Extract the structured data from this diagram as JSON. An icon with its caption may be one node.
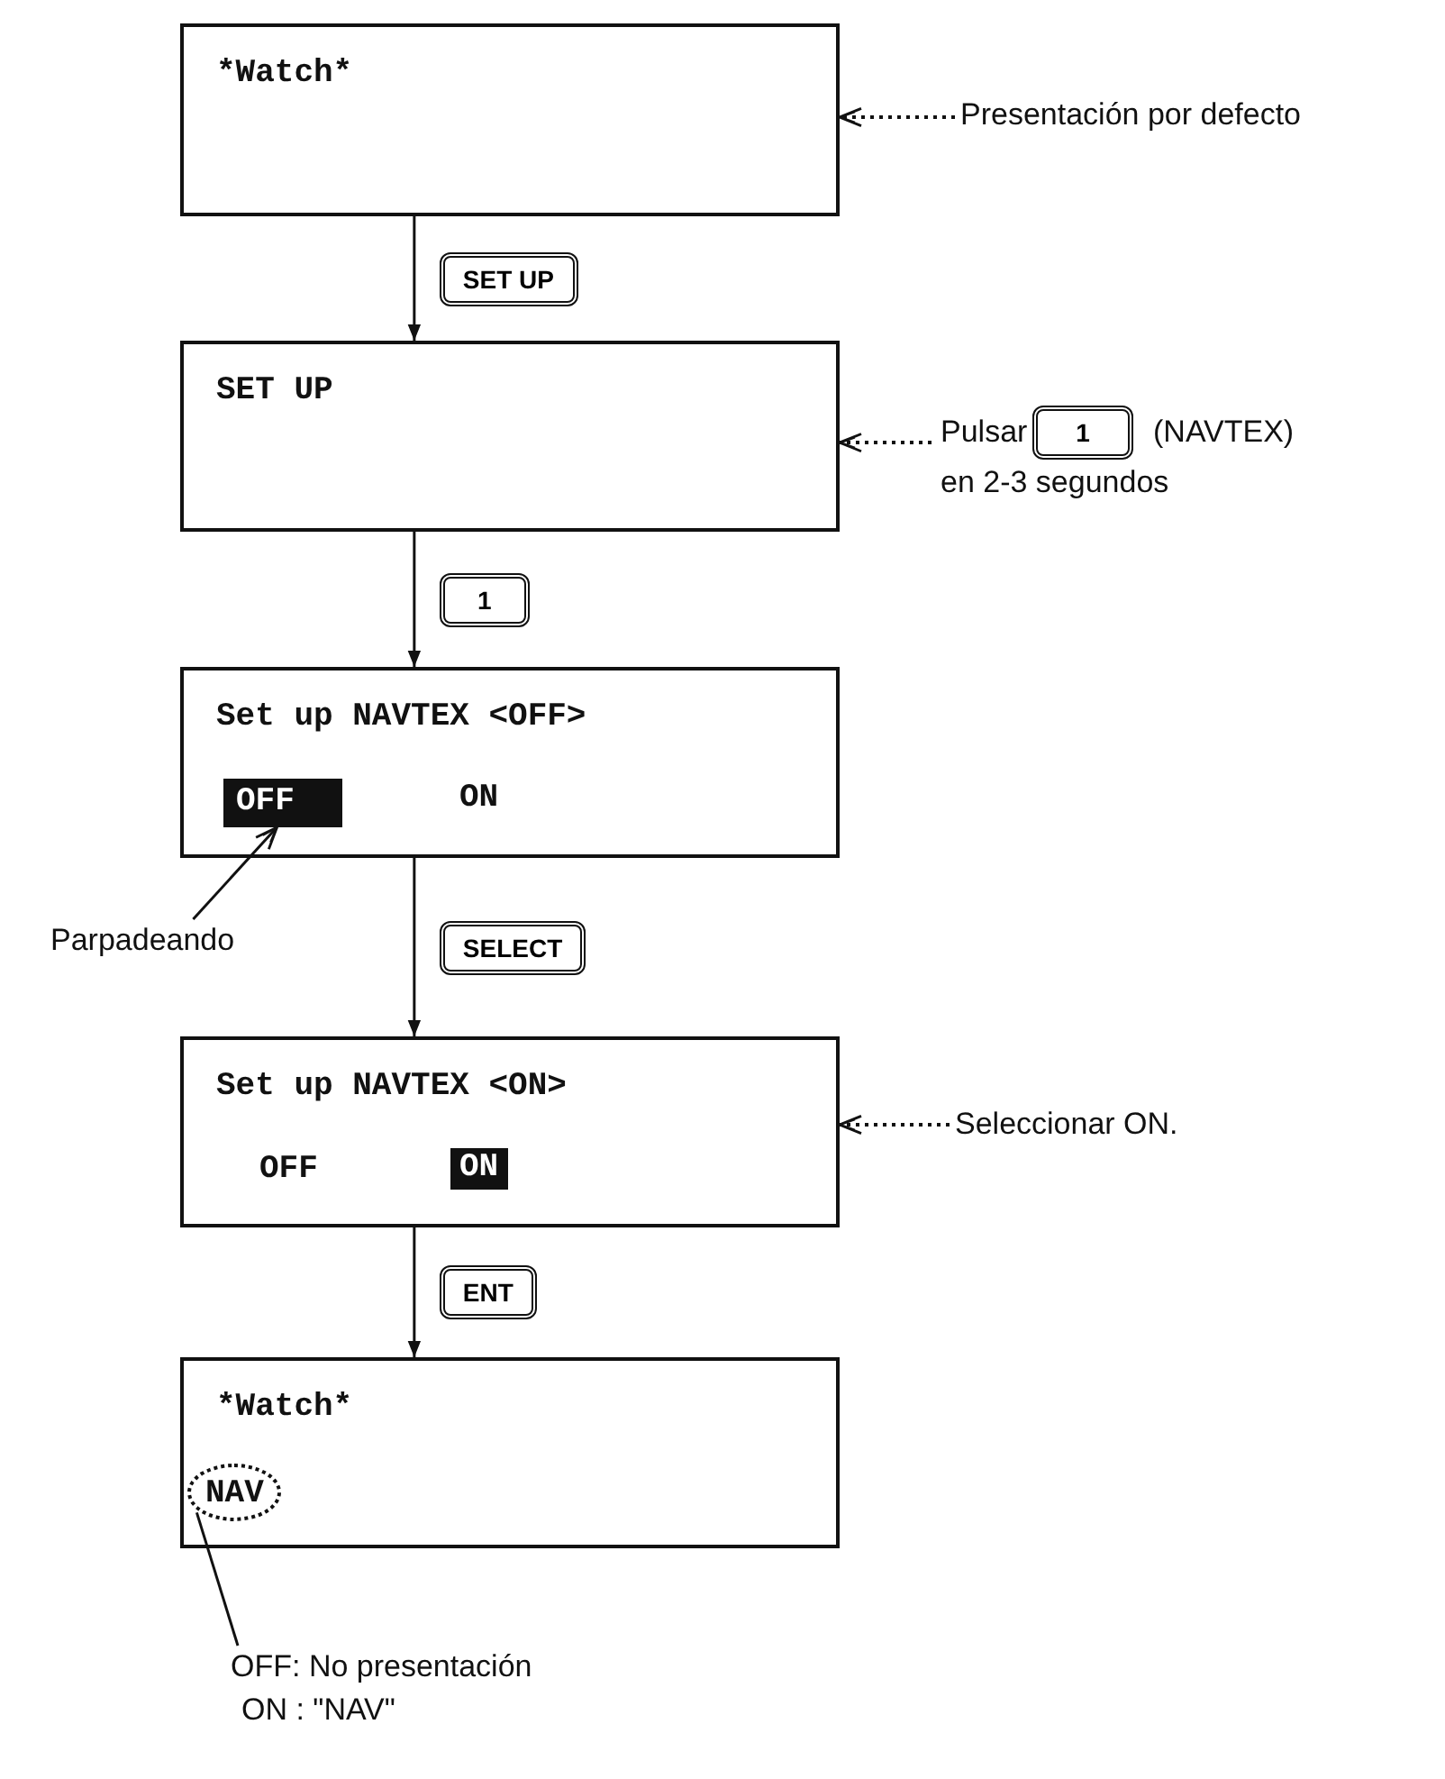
{
  "diagram": {
    "nodes": [
      {
        "text": [
          "*Watch*"
        ]
      },
      {
        "text": [
          "SET UP"
        ]
      },
      {
        "text": [
          "Set up NAVTEX <OFF>",
          "ON"
        ]
      },
      {
        "text": [
          "OFF"
        ],
        "in": 2
      },
      {
        "text": [
          "Set up NAVTEX <ON>",
          "OFF",
          "ON"
        ]
      },
      {
        "text": [
          "*Watch*"
        ]
      },
      {
        "text": [
          "NAV"
        ],
        "in": 5
      },
      {
        "text": [
          "Presentación por defecto"
        ]
      },
      {
        "text": [
          "Pulsar",
          "(NAVTEX)",
          "en 2-3 segundos"
        ]
      },
      {
        "text": [
          "1"
        ],
        "in": 8
      },
      {
        "text": [
          "Parpadeando"
        ]
      },
      {
        "text": [
          "Seleccionar ON."
        ]
      },
      {
        "text": [
          "OFF: No presentación",
          "ON : \"NAV\""
        ]
      }
    ],
    "edges": [
      {
        "from": 0,
        "to": 1,
        "arrow": "to",
        "label": "SET UP"
      },
      {
        "from": 1,
        "to": 2,
        "arrow": "to",
        "label": "1"
      },
      {
        "from": 2,
        "to": 4,
        "arrow": "to",
        "label": "SELECT"
      },
      {
        "from": 4,
        "to": 5,
        "arrow": "to",
        "label": "ENT"
      },
      {
        "from": 7,
        "to": 0,
        "arrow": "to",
        "style": "dashed"
      },
      {
        "from": 8,
        "to": 1,
        "arrow": "to",
        "style": "dashed"
      },
      {
        "from": 10,
        "to": 3,
        "arrow": "to"
      },
      {
        "from": 11,
        "to": 4,
        "arrow": "to",
        "style": "dashed"
      },
      {
        "from": 12,
        "to": 6,
        "arrow": "none"
      }
    ]
  }
}
